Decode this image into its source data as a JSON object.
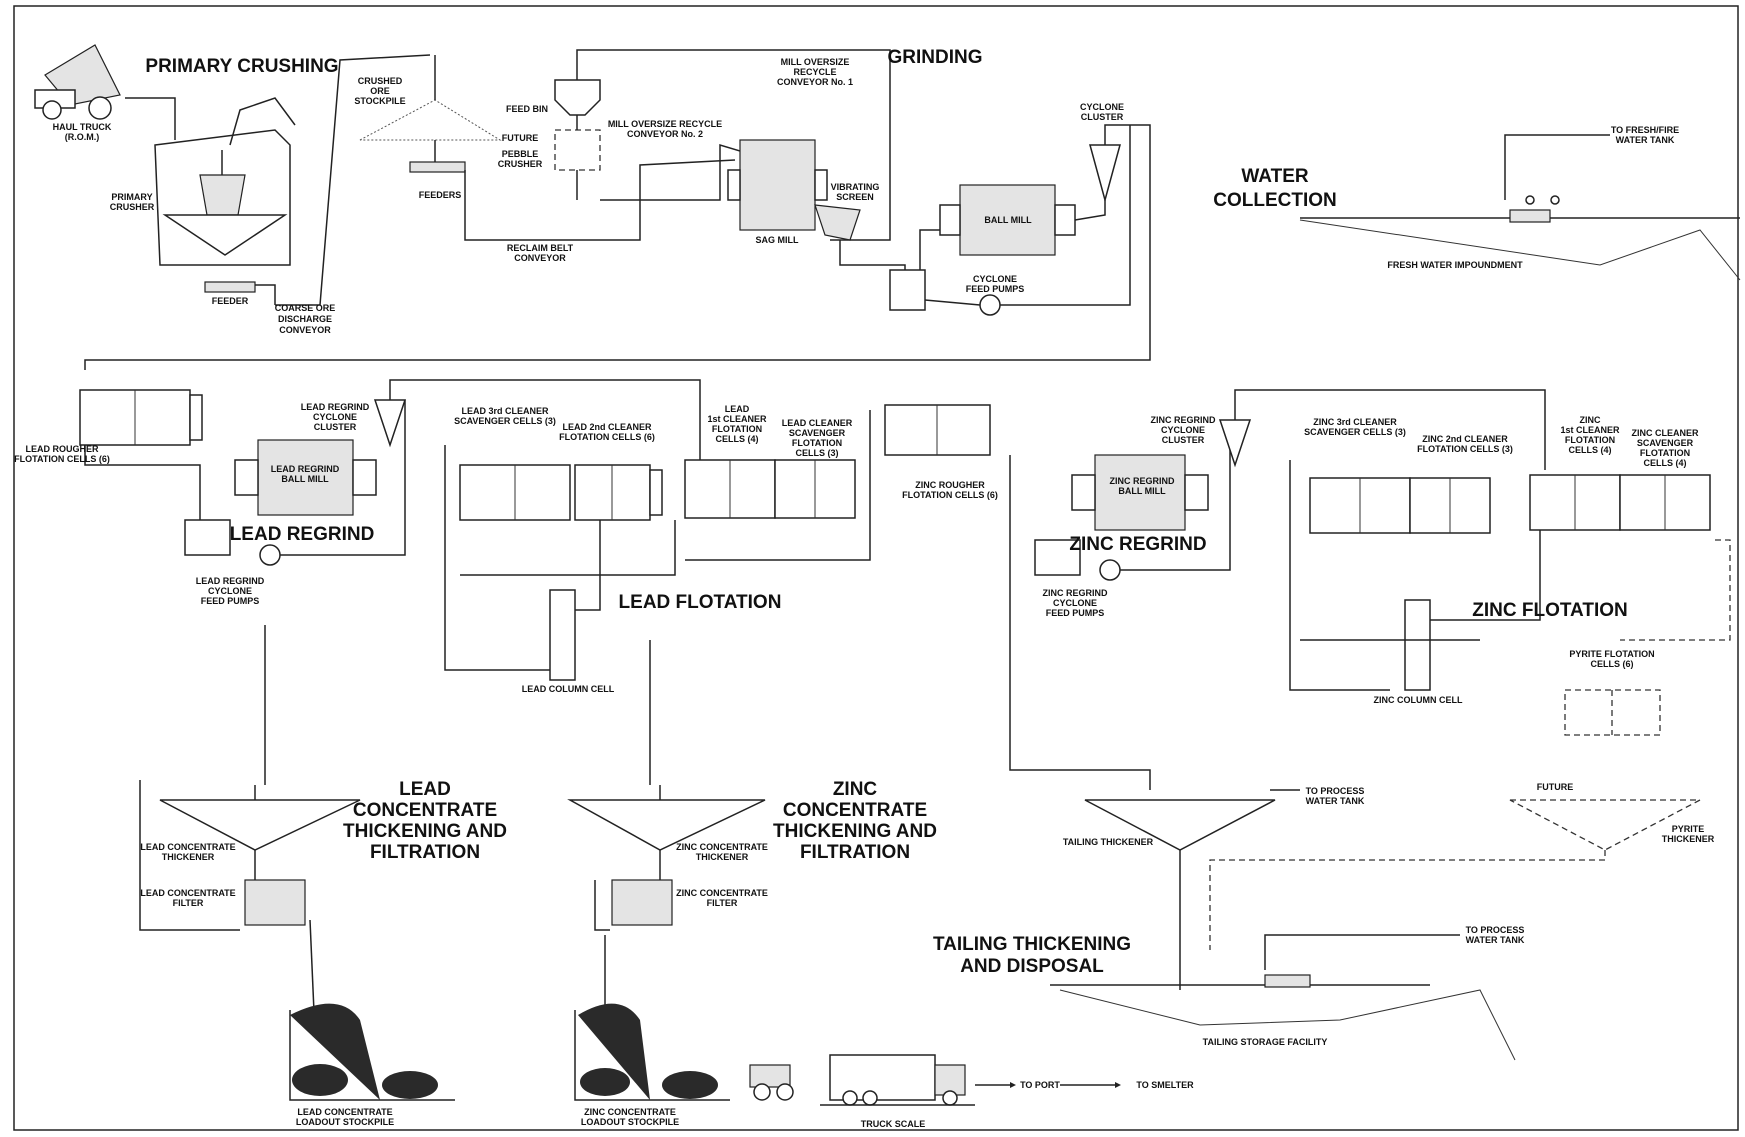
{
  "sections": {
    "primary_crushing": "PRIMARY CRUSHING",
    "grinding": "GRINDING",
    "water_collection": [
      "WATER",
      "COLLECTION"
    ],
    "lead_regrind": "LEAD REGRIND",
    "lead_flotation": "LEAD FLOTATION",
    "zinc_regrind": "ZINC REGRIND",
    "zinc_flotation": "ZINC FLOTATION",
    "lead_thickening": [
      "LEAD",
      "CONCENTRATE",
      "THICKENING AND",
      "FILTRATION"
    ],
    "zinc_thickening": [
      "ZINC",
      "CONCENTRATE",
      "THICKENING AND",
      "FILTRATION"
    ],
    "tailing_thickening": [
      "TAILING THICKENING",
      "AND DISPOSAL"
    ]
  },
  "labels": {
    "haul_truck": [
      "HAUL TRUCK",
      "(R.O.M.)"
    ],
    "primary_crusher": [
      "PRIMARY",
      "CRUSHER"
    ],
    "feeder": "FEEDER",
    "coarse_ore_conveyor": [
      "COARSE ORE",
      "DISCHARGE",
      "CONVEYOR"
    ],
    "crushed_ore_stockpile": [
      "CRUSHED",
      "ORE",
      "STOCKPILE"
    ],
    "feeders": "FEEDERS",
    "reclaim_belt": [
      "RECLAIM BELT",
      "CONVEYOR"
    ],
    "feed_bin": "FEED BIN",
    "future": "FUTURE",
    "pebble_crusher": [
      "PEBBLE",
      "CRUSHER"
    ],
    "mill_oversize_1": [
      "MILL OVERSIZE",
      "RECYCLE",
      "CONVEYOR No. 1"
    ],
    "mill_oversize_2": [
      "MILL OVERSIZE RECYCLE",
      "CONVEYOR No. 2"
    ],
    "sag_mill": "SAG MILL",
    "vibrating_screen": [
      "VIBRATING",
      "SCREEN"
    ],
    "cyclone_cluster": [
      "CYCLONE",
      "CLUSTER"
    ],
    "ball_mill": "BALL MILL",
    "cyclone_feed_pumps": [
      "CYCLONE",
      "FEED PUMPS"
    ],
    "to_fresh_fire": [
      "TO FRESH/FIRE",
      "WATER TANK"
    ],
    "fresh_water_impoundment": "FRESH WATER IMPOUNDMENT",
    "lead_rougher": [
      "LEAD ROUGHER",
      "FLOTATION CELLS (6)"
    ],
    "lead_regrind_cyclone": [
      "LEAD REGRIND",
      "CYCLONE",
      "CLUSTER"
    ],
    "lead_regrind_ball_mill": [
      "LEAD REGRIND",
      "BALL MILL"
    ],
    "lead_regrind_pumps": [
      "LEAD REGRIND",
      "CYCLONE",
      "FEED PUMPS"
    ],
    "lead_3rd_cleaner": [
      "LEAD 3rd CLEANER",
      "SCAVENGER CELLS (3)"
    ],
    "lead_2nd_cleaner": [
      "LEAD 2nd CLEANER",
      "FLOTATION CELLS (6)"
    ],
    "lead_1st_cleaner": [
      "LEAD",
      "1st CLEANER",
      "FLOTATION",
      "CELLS (4)"
    ],
    "lead_cleaner_scav": [
      "LEAD CLEANER",
      "SCAVENGER",
      "FLOTATION",
      "CELLS (3)"
    ],
    "lead_column_cell": "LEAD COLUMN CELL",
    "zinc_rougher": [
      "ZINC ROUGHER",
      "FLOTATION CELLS (6)"
    ],
    "zinc_regrind_cyclone": [
      "ZINC REGRIND",
      "CYCLONE",
      "CLUSTER"
    ],
    "zinc_regrind_ball_mill": [
      "ZINC REGRIND",
      "BALL MILL"
    ],
    "zinc_regrind_pumps": [
      "ZINC REGRIND",
      "CYCLONE",
      "FEED PUMPS"
    ],
    "zinc_3rd_cleaner": [
      "ZINC 3rd CLEANER",
      "SCAVENGER CELLS (3)"
    ],
    "zinc_2nd_cleaner": [
      "ZINC 2nd CLEANER",
      "FLOTATION CELLS (3)"
    ],
    "zinc_1st_cleaner": [
      "ZINC",
      "1st CLEANER",
      "FLOTATION",
      "CELLS (4)"
    ],
    "zinc_cleaner_scav": [
      "ZINC CLEANER",
      "SCAVENGER",
      "FLOTATION",
      "CELLS (4)"
    ],
    "zinc_column_cell": "ZINC COLUMN CELL",
    "pyrite_flotation": [
      "PYRITE FLOTATION",
      "CELLS (6)"
    ],
    "pyrite_thickener": [
      "PYRITE",
      "THICKENER"
    ],
    "lead_conc_thickener": [
      "LEAD CONCENTRATE",
      "THICKENER"
    ],
    "lead_conc_filter": [
      "LEAD CONCENTRATE",
      "FILTER"
    ],
    "zinc_conc_thickener": [
      "ZINC CONCENTRATE",
      "THICKENER"
    ],
    "zinc_conc_filter": [
      "ZINC CONCENTRATE",
      "FILTER"
    ],
    "tailing_thickener": "TAILING THICKENER",
    "to_process_water_1": [
      "TO PROCESS",
      "WATER TANK"
    ],
    "to_process_water_2": [
      "TO PROCESS",
      "WATER TANK"
    ],
    "tailing_storage": "TAILING STORAGE FACILITY",
    "lead_loadout": [
      "LEAD CONCENTRATE",
      "LOADOUT STOCKPILE"
    ],
    "zinc_loadout": [
      "ZINC CONCENTRATE",
      "LOADOUT STOCKPILE"
    ],
    "truck_scale": "TRUCK SCALE",
    "to_port": "TO PORT",
    "to_smelter": "TO SMELTER"
  }
}
